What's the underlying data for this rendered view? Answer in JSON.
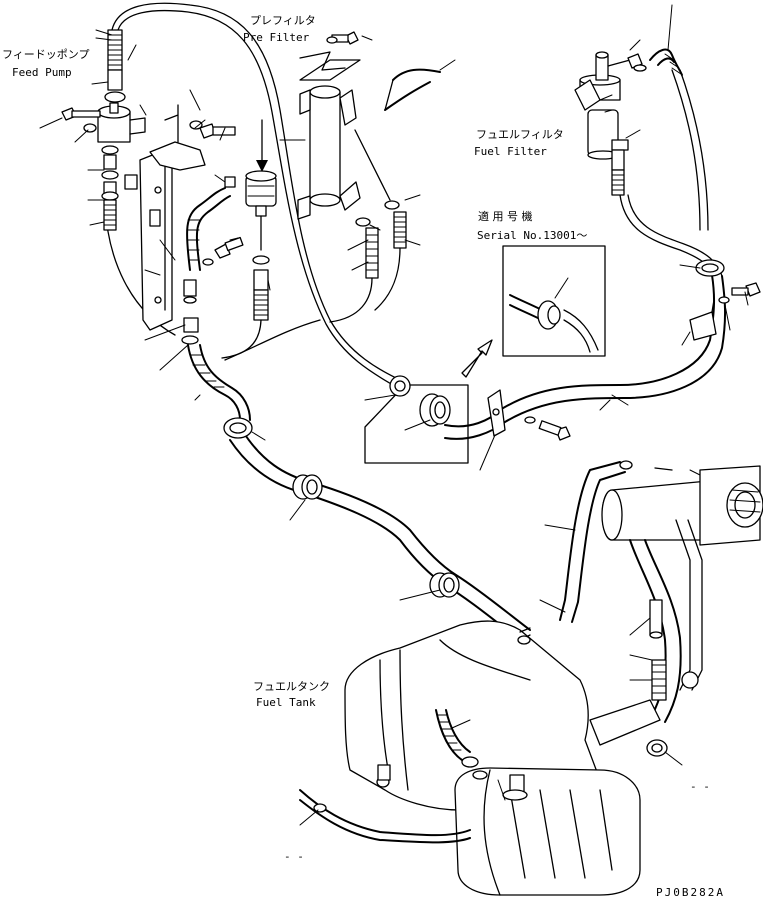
{
  "labels": {
    "feed_pump_jp": "フィードッポンプ",
    "feed_pump_en": "Feed Pump",
    "pre_filter_jp": "プレフィルタ",
    "pre_filter_en": "Pre Filter",
    "fuel_filter_jp": "フュエルフィルタ",
    "fuel_filter_en": "Fuel Filter",
    "serial_jp": "適 用 号 機",
    "serial_en": "Serial No.13001～",
    "fuel_tank_jp": "フュエルタンク",
    "fuel_tank_en": "Fuel Tank",
    "dash_1": "- -",
    "dash_2": "- -",
    "drawing_code": "PJ0B282A"
  }
}
